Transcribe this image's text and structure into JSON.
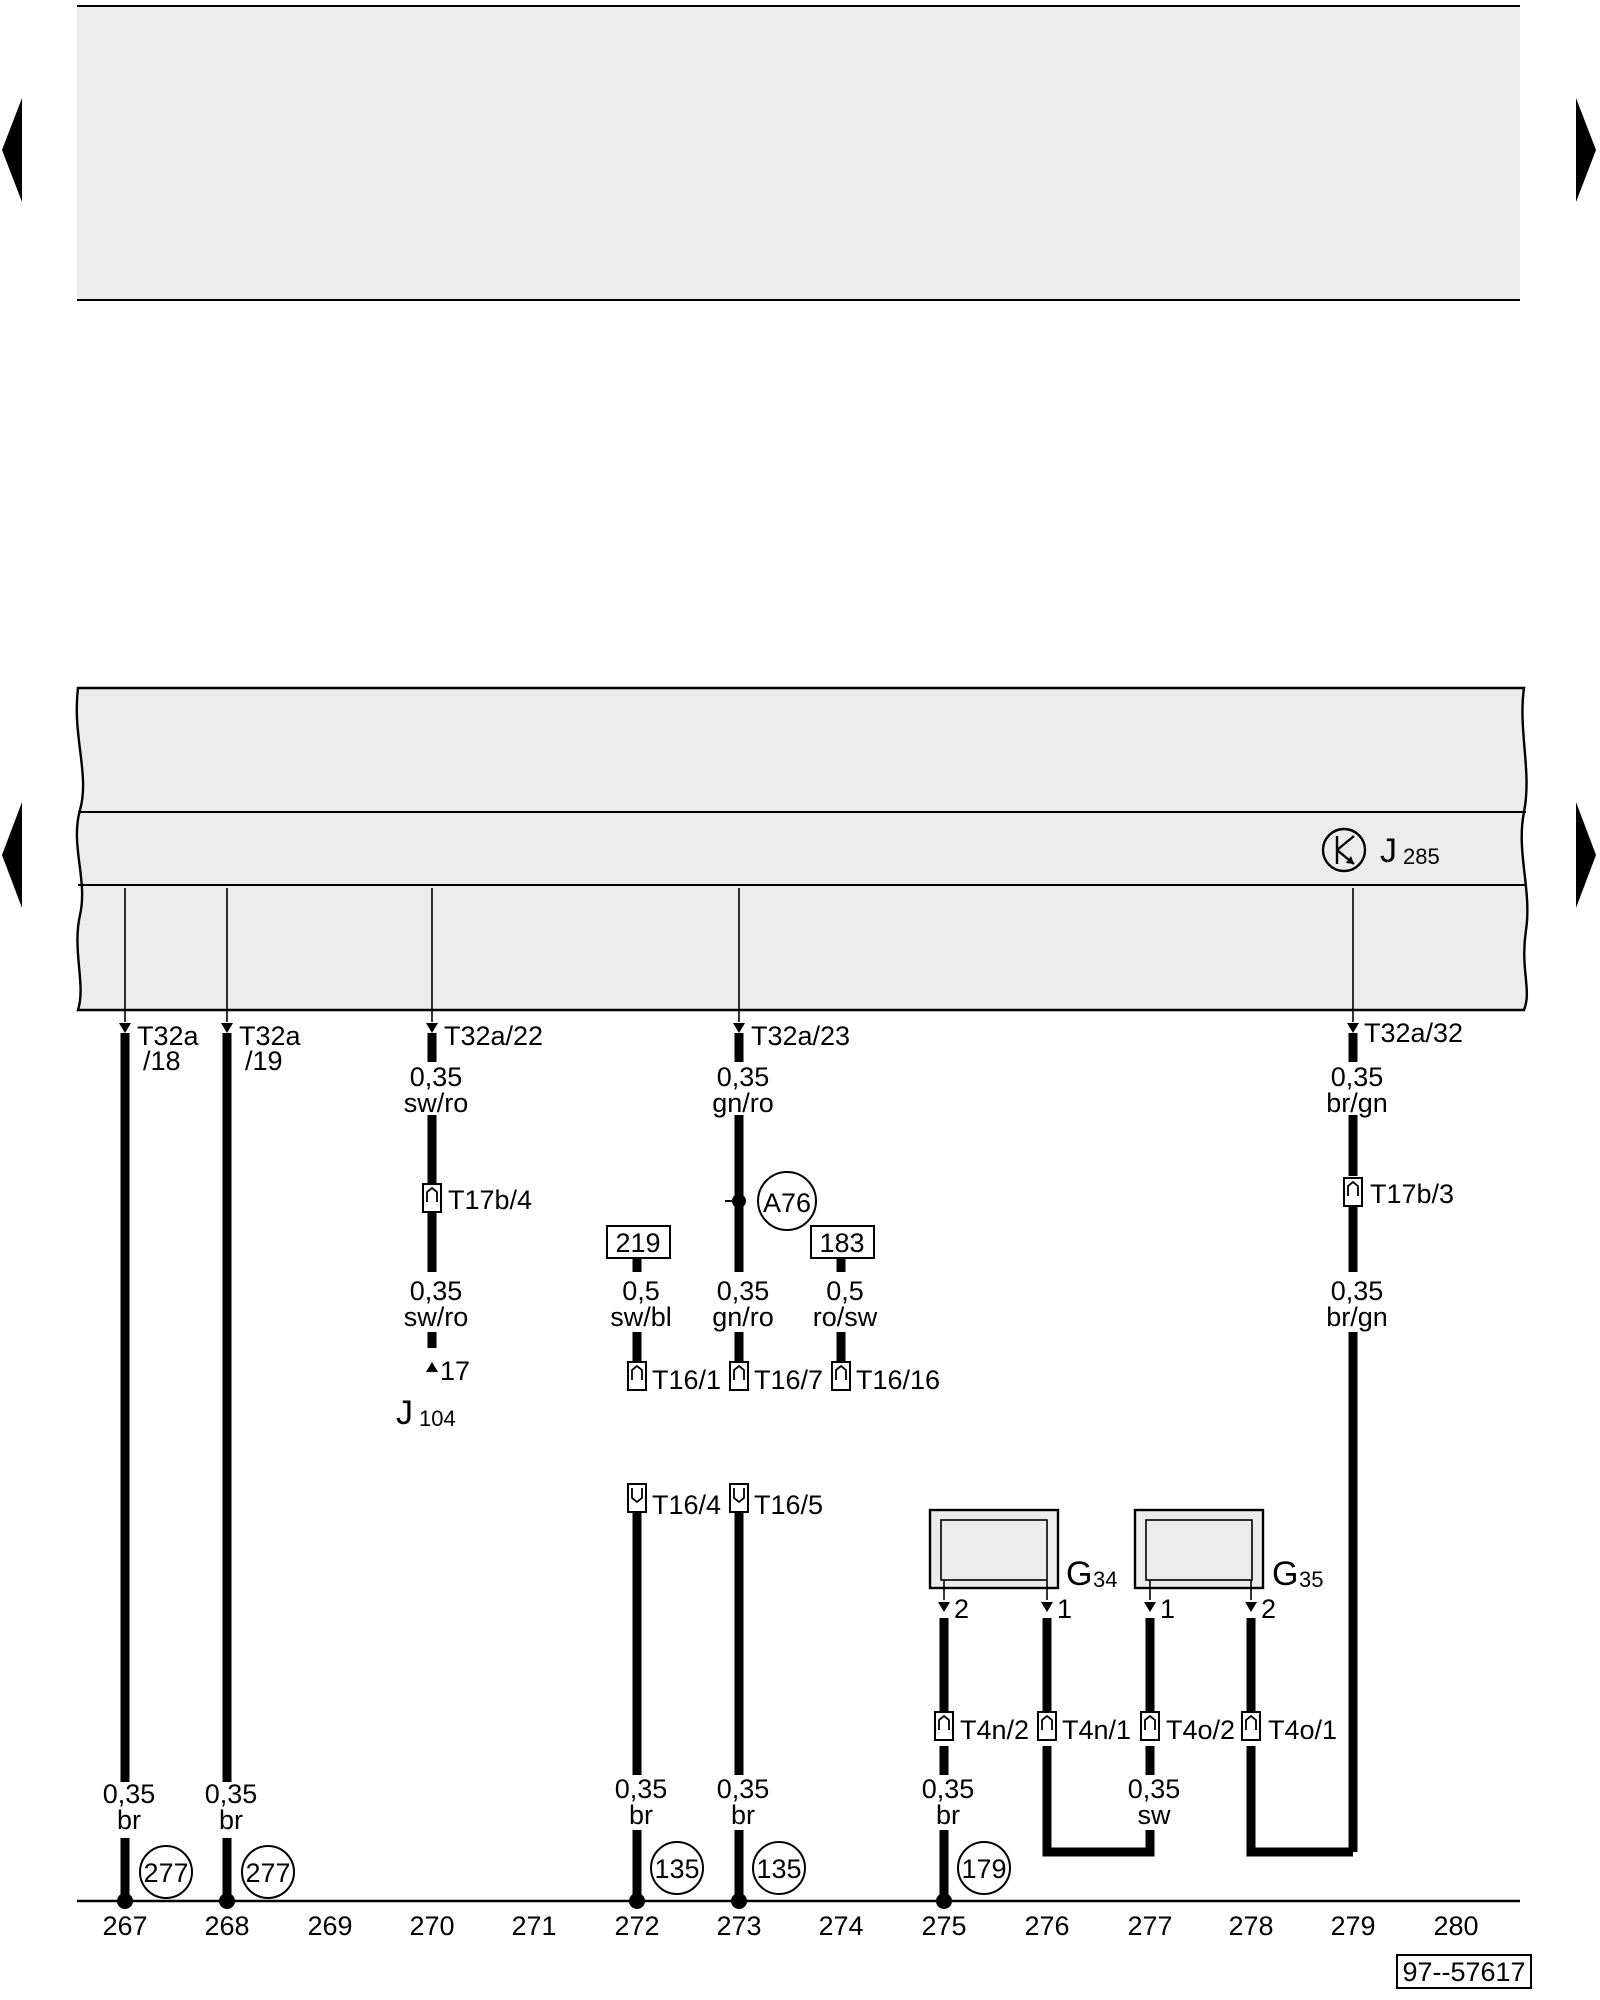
{
  "diagram": {
    "title": "",
    "reference_code": "97--57617",
    "component_j285": {
      "letter": "J",
      "sub": "285"
    },
    "component_j104": {
      "letter": "J",
      "sub": "104",
      "pin": "17"
    },
    "component_g34": {
      "letter": "G",
      "sub": "34",
      "pin_left": "2",
      "pin_right": "1"
    },
    "component_g35": {
      "letter": "G",
      "sub": "35",
      "pin_left": "1",
      "pin_right": "2"
    },
    "track_numbers": [
      "267",
      "268",
      "269",
      "270",
      "271",
      "272",
      "273",
      "274",
      "275",
      "276",
      "277",
      "278",
      "279",
      "280"
    ],
    "connectors": {
      "t32a_18": [
        "T32a",
        "/18"
      ],
      "t32a_19": [
        "T32a",
        "/19"
      ],
      "t32a_22": "T32a/22",
      "t32a_23": "T32a/23",
      "t32a_32": "T32a/32",
      "t17b_4": "T17b/4",
      "t17b_3": "T17b/3",
      "t16_1": "T16/1",
      "t16_7": "T16/7",
      "t16_16": "T16/16",
      "t16_4": "T16/4",
      "t16_5": "T16/5",
      "t4n_2": "T4n/2",
      "t4n_1": "T4n/1",
      "t4o_2": "T4o/2",
      "t4o_1": "T4o/1"
    },
    "wire_labels": {
      "w267": [
        "0,35",
        "br"
      ],
      "w268": [
        "0,35",
        "br"
      ],
      "w270_top": [
        "0,35",
        "sw/ro"
      ],
      "w270_bot": [
        "0,35",
        "sw/ro"
      ],
      "w272": [
        "0,5",
        "sw/bl"
      ],
      "w273_top": [
        "0,35",
        "gn/ro"
      ],
      "w273_mid": [
        "0,35",
        "gn/ro"
      ],
      "w274": [
        "0,5",
        "ro/sw"
      ],
      "w279_top": [
        "0,35",
        "br/gn"
      ],
      "w279_mid": [
        "0,35",
        "br/gn"
      ],
      "w272_bot": [
        "0,35",
        "br"
      ],
      "w273_bot": [
        "0,35",
        "br"
      ],
      "w275_bot": [
        "0,35",
        "br"
      ],
      "w277_bot": [
        "0,35",
        "sw"
      ]
    },
    "ground_refs": {
      "g267": "277",
      "g268": "277",
      "g272": "135",
      "g273": "135",
      "g275": "179"
    },
    "connection_point": "A76",
    "ref_boxes": {
      "b219": "219",
      "b183": "183"
    }
  }
}
